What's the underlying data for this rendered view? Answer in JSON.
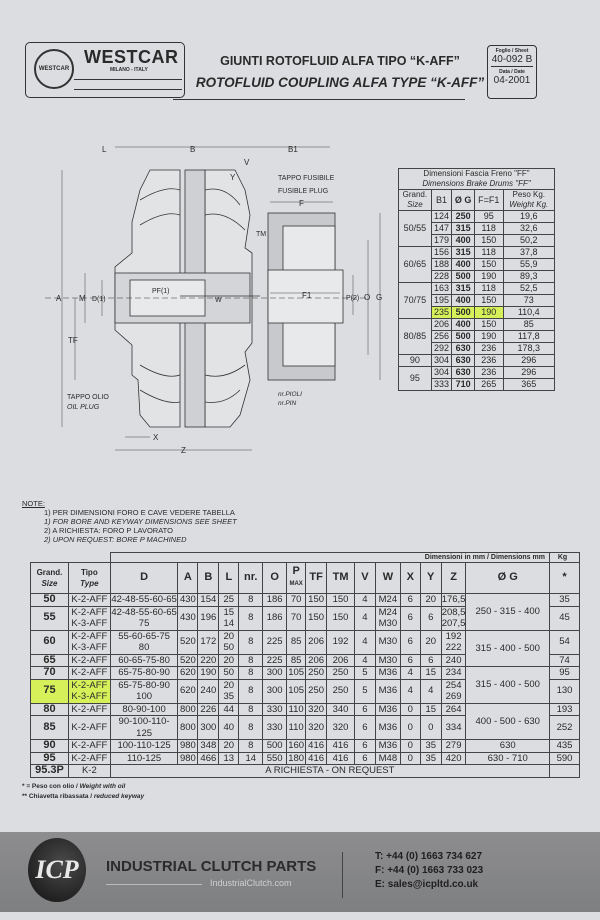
{
  "header": {
    "brand": "WESTCAR",
    "brand_emblem": "WESTCAR",
    "city": "MILANO - ITALY",
    "title_it": "GIUNTI ROTOFLUID ALFA TIPO “K-AFF”",
    "title_en": "ROTOFLUID COUPLING ALFA TYPE “K-AFF”",
    "sheet_label": "Foglio / Sheet",
    "sheet": "40-092 B",
    "date_label": "Data / Date",
    "date": "04-2001"
  },
  "drawing": {
    "labels": {
      "L": "L",
      "B": "B",
      "B1": "B1",
      "V": "V",
      "Y": "Y",
      "fusible_it": "TAPPO FUSIBILE",
      "fusible_en": "FUSIBLE PLUG",
      "F": "F",
      "TM": "TM",
      "A": "A",
      "M": "M",
      "D": "D(1)",
      "PF": "PF(1)",
      "W": "W",
      "F1": "F1",
      "P": "P(2)",
      "O": "O",
      "G": "G",
      "TF": "TF",
      "oil_it": "TAPPO OLIO",
      "oil_en": "OIL PLUG",
      "pin_it": "nr.PIOLI",
      "pin_en": "nr.PIN",
      "X": "X",
      "Z": "Z"
    }
  },
  "brake_table": {
    "title_it": "Dimensioni Fascia Freno \"FF\"",
    "title_en": "Dimensions Brake Drums \"FF\"",
    "headers": {
      "size_it": "Grand.",
      "size_en": "Size",
      "b1": "B1",
      "g": "Ø G",
      "f": "F=F1",
      "weight_it": "Peso Kg.",
      "weight_en": "Weight Kg."
    },
    "groups": [
      {
        "size": "50/55",
        "rows": [
          [
            "124",
            "250",
            "95",
            "19,6"
          ],
          [
            "147",
            "315",
            "118",
            "32,6"
          ],
          [
            "179",
            "400",
            "150",
            "50,2"
          ]
        ]
      },
      {
        "size": "60/65",
        "rows": [
          [
            "156",
            "315",
            "118",
            "37,8"
          ],
          [
            "188",
            "400",
            "150",
            "55,9"
          ],
          [
            "228",
            "500",
            "190",
            "89,3"
          ]
        ]
      },
      {
        "size": "70/75",
        "rows": [
          [
            "163",
            "315",
            "118",
            "52,5"
          ],
          [
            "195",
            "400",
            "150",
            "73"
          ],
          [
            "235",
            "500",
            "190",
            "110,4"
          ]
        ],
        "highlight_row": 2
      },
      {
        "size": "80/85",
        "rows": [
          [
            "206",
            "400",
            "150",
            "85"
          ],
          [
            "256",
            "500",
            "190",
            "117,8"
          ],
          [
            "292",
            "630",
            "236",
            "178,3"
          ]
        ]
      },
      {
        "size": "90",
        "rows": [
          [
            "304",
            "630",
            "236",
            "296"
          ]
        ]
      },
      {
        "size": "95",
        "rows": [
          [
            "304",
            "630",
            "236",
            "296"
          ],
          [
            "333",
            "710",
            "265",
            "365"
          ]
        ]
      }
    ]
  },
  "notes": {
    "heading": "NOTE:",
    "lines": [
      "1) PER DIMENSIONI FORO E CAVE VEDERE TABELLA",
      "1) FOR BORE AND KEYWAY DIMENSIONS SEE SHEET",
      "2) A RICHIESTA: FORO P  LAVORATO",
      "2)    UPON REQUEST: BORE P MACHINED"
    ]
  },
  "main_table": {
    "dims_label": "Dimensioni in mm  /  Dimensions mm",
    "kg_label": "Kg",
    "headers": {
      "size_it": "Grand.",
      "size_en": "Size",
      "type_it": "Tipo",
      "type_en": "Type",
      "D": "D",
      "A": "A",
      "B": "B",
      "L": "L",
      "nr": "nr.",
      "O": "O",
      "P": "P",
      "P_sub": "MAX",
      "TF": "TF",
      "TM": "TM",
      "V": "V",
      "W": "W",
      "X": "X",
      "Y": "Y",
      "Z": "Z",
      "G": "Ø G",
      "kg": "*"
    },
    "rows": [
      {
        "size": "50",
        "type": "K-2-AFF",
        "D": "42-48-55-60-65",
        "A": "430",
        "B": "154",
        "L": "25",
        "nr": "8",
        "O": "186",
        "P": "70",
        "TF": "150",
        "TM": "150",
        "V": "4",
        "W": "M24",
        "X": "6",
        "Y": "20",
        "Z": "176,5",
        "kg": "35"
      },
      {
        "size": "55",
        "type": "K-2-AFF\nK-3-AFF",
        "D": "42-48-55-60-65\n75",
        "A": "430",
        "B": "196",
        "L": "15\n14",
        "nr": "8",
        "O": "186",
        "P": "70",
        "TF": "150",
        "TM": "150",
        "V": "4",
        "W": "M24\nM30",
        "X": "6",
        "Y": "6",
        "Z": "208,5\n207,5",
        "kg": "45"
      },
      {
        "size": "60",
        "type": "K-2-AFF\nK-3-AFF",
        "D": "55-60-65-75\n80",
        "A": "520",
        "B": "172",
        "L": "20\n50",
        "nr": "8",
        "O": "225",
        "P": "85",
        "TF": "206",
        "TM": "192",
        "V": "4",
        "W": "M30",
        "X": "6",
        "Y": "20",
        "Z": "192\n222",
        "kg": "54"
      },
      {
        "size": "65",
        "type": "K-2-AFF",
        "D": "60-65-75-80",
        "A": "520",
        "B": "220",
        "L": "20",
        "nr": "8",
        "O": "225",
        "P": "85",
        "TF": "206",
        "TM": "206",
        "V": "4",
        "W": "M30",
        "X": "6",
        "Y": "6",
        "Z": "240",
        "kg": "74"
      },
      {
        "size": "70",
        "type": "K-2-AFF",
        "D": "65-75-80-90",
        "A": "620",
        "B": "190",
        "L": "50",
        "nr": "8",
        "O": "300",
        "P": "105",
        "TF": "250",
        "TM": "250",
        "V": "5",
        "W": "M36",
        "X": "4",
        "Y": "15",
        "Z": "234",
        "kg": "95"
      },
      {
        "size": "75",
        "type": "K-2-AFF\nK-3-AFF",
        "D": "65-75-80-90\n100",
        "A": "620",
        "B": "240",
        "L": "20\n35",
        "nr": "8",
        "O": "300",
        "P": "105",
        "TF": "250",
        "TM": "250",
        "V": "5",
        "W": "M36",
        "X": "4",
        "Y": "4",
        "Z": "254\n269",
        "kg": "130",
        "highlight": true
      },
      {
        "size": "80",
        "type": "K-2-AFF",
        "D": "80-90-100",
        "A": "800",
        "B": "226",
        "L": "44",
        "nr": "8",
        "O": "330",
        "P": "110",
        "TF": "320",
        "TM": "340",
        "V": "6",
        "W": "M36",
        "X": "0",
        "Y": "15",
        "Z": "264",
        "kg": "193"
      },
      {
        "size": "85",
        "type": "K-2-AFF",
        "D": "90-100-110-125",
        "A": "800",
        "B": "300",
        "L": "40",
        "nr": "8",
        "O": "330",
        "P": "110",
        "TF": "320",
        "TM": "320",
        "V": "6",
        "W": "M36",
        "X": "0",
        "Y": "0",
        "Z": "334",
        "kg": "252"
      },
      {
        "size": "90",
        "type": "K-2-AFF",
        "D": "100-110-125",
        "A": "980",
        "B": "348",
        "L": "20",
        "nr": "8",
        "O": "500",
        "P": "160",
        "TF": "416",
        "TM": "416",
        "V": "6",
        "W": "M36",
        "X": "0",
        "Y": "35",
        "Z": "279",
        "kg": "435"
      },
      {
        "size": "95",
        "type": "K-2-AFF",
        "D": "110-125",
        "A": "980",
        "B": "466",
        "L": "13",
        "nr": "14",
        "O": "550",
        "P": "180",
        "TF": "416",
        "TM": "416",
        "V": "6",
        "W": "M48",
        "X": "0",
        "Y": "35",
        "Z": "420",
        "kg": "590"
      }
    ],
    "g_groups": [
      {
        "span": 2,
        "value": "250 - 315 - 400"
      },
      {
        "span": 2,
        "value": "315 - 400 - 500"
      },
      {
        "span": 2,
        "value": "315 - 400 - 500"
      },
      {
        "span": 2,
        "value": "400 - 500 - 630"
      },
      {
        "span": 1,
        "value": "630"
      },
      {
        "span": 1,
        "value": "630 - 710"
      }
    ],
    "last_row": {
      "size": "95.3P",
      "type": "K-2",
      "note": "A RICHIESTA - ON REQUEST"
    }
  },
  "footnotes": [
    {
      "mark": "* = Peso con olio  /",
      "text": "Weight with oil"
    },
    {
      "mark": "** Chiavetta ribassata  /",
      "text": "reduced keyway"
    }
  ],
  "footer": {
    "logo": "ICP",
    "company": "INDUSTRIAL CLUTCH PARTS",
    "website": "IndustrialClutch.com",
    "phone": "T: +44 (0) 1663 734 627",
    "fax": "F: +44 (0) 1663 733 023",
    "email": "E: sales@icpltd.co.uk"
  },
  "colors": {
    "highlight": "#d6f05a",
    "footer_band": "#86878a"
  }
}
